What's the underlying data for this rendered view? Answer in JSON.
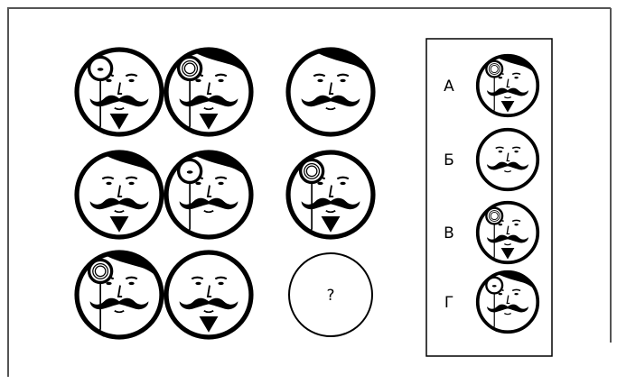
{
  "puzzle": {
    "grid": [
      {
        "hair": false,
        "monocle": "plain",
        "beard": true
      },
      {
        "hair": true,
        "monocle": "ringed",
        "beard": true
      },
      {
        "hair": true,
        "monocle": "none",
        "beard": false
      },
      {
        "hair": true,
        "monocle": "none",
        "beard": true
      },
      {
        "hair": true,
        "monocle": "plain",
        "beard": false
      },
      {
        "hair": false,
        "monocle": "ringed",
        "beard": true
      },
      {
        "hair": true,
        "monocle": "ringed",
        "beard": false
      },
      {
        "hair": false,
        "monocle": "none",
        "beard": true
      },
      {
        "empty": true
      }
    ],
    "missing_symbol": "?"
  },
  "options": [
    {
      "label": "А",
      "hair": true,
      "monocle": "ringed",
      "beard": true
    },
    {
      "label": "Б",
      "hair": false,
      "monocle": "none",
      "beard": false
    },
    {
      "label": "В",
      "hair": false,
      "monocle": "ringed",
      "beard": true
    },
    {
      "label": "Г",
      "hair": true,
      "monocle": "plain",
      "beard": false
    }
  ],
  "colors": {
    "ink": "#000000",
    "paper": "#ffffff",
    "frame": "#555555"
  }
}
